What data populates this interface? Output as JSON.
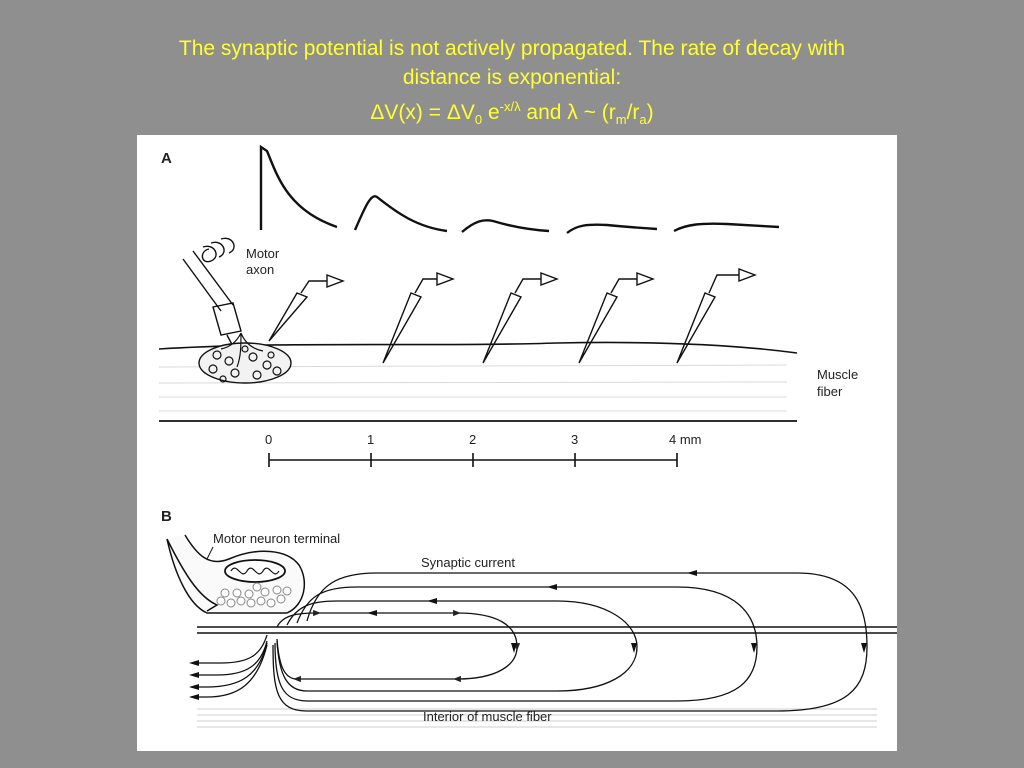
{
  "slide": {
    "title_line1": "The synaptic potential is not actively propagated. The rate of decay with",
    "title_line2": "distance is exponential:",
    "eq": {
      "dv_x": "ΔV(x) = ΔV",
      "v0_sub": "0",
      "e": " e",
      "exp": "-x/λ",
      "and": " and λ ~ (r",
      "rm_sub": "m",
      "slash": "/r",
      "ra_sub": "a",
      "close": ")"
    },
    "title_color": "#ffff33",
    "background": "#8f8f8f"
  },
  "panel_a": {
    "label": "A",
    "motor_axon_l1": "Motor",
    "motor_axon_l2": "axon",
    "muscle_fiber_l1": "Muscle",
    "muscle_fiber_l2": "fiber",
    "scale_ticks": [
      "0",
      "1",
      "2",
      "3",
      "4 mm"
    ]
  },
  "panel_b": {
    "label": "B",
    "terminal_label": "Motor neuron terminal",
    "current_label": "Synaptic current",
    "interior_label": "Interior of muscle fiber"
  }
}
